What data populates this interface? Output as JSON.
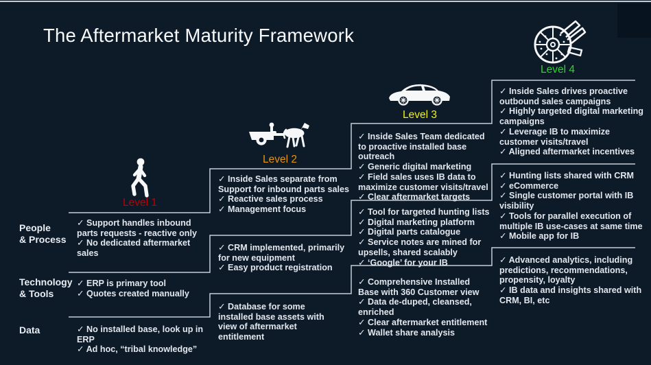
{
  "title": "The Aftermarket Maturity Framework",
  "colors": {
    "background": "#0d1a28",
    "step_line": "#c7d0d9",
    "body_text": "#e2e7ee",
    "level1": "#c00000",
    "level2": "#e8940c",
    "level3": "#f2f20a",
    "level4": "#2ed52e"
  },
  "rows": [
    {
      "label": "People\n& Process"
    },
    {
      "label": "Technology\n& Tools"
    },
    {
      "label": "Data"
    }
  ],
  "levels": [
    {
      "label": "Level 1",
      "color": "#c00000",
      "icon": "walking-person-icon",
      "people": [
        "✓ Support handles inbound parts requests - reactive only",
        "✓ No dedicated aftermarket sales"
      ],
      "technology": [
        "✓ ERP is primary tool",
        "✓ Quotes created manually"
      ],
      "data": [
        "✓ No installed base, look up in ERP",
        "✓ Ad hoc, “tribal knowledge”"
      ]
    },
    {
      "label": "Level 2",
      "color": "#e8940c",
      "icon": "horse-cart-icon",
      "people": [
        "✓ Inside Sales separate from Support for inbound parts sales",
        "✓ Reactive sales process",
        "✓ Management focus"
      ],
      "technology": [
        "✓ CRM implemented, primarily for new equipment",
        "✓ Easy product registration"
      ],
      "data": [
        "✓ Database for some installed base assets with view of aftermarket entitlement"
      ]
    },
    {
      "label": "Level 3",
      "color": "#f2f20a",
      "icon": "car-icon",
      "people": [
        "✓ Inside Sales Team dedicated to proactive installed base outreach",
        "✓ Generic digital marketing",
        "✓ Field sales uses IB data to maximize customer visits/travel",
        "✓ Clear aftermarket targets"
      ],
      "technology": [
        "✓ Tool for targeted hunting lists",
        "✓ Digital marketing platform",
        "✓ Digital parts catalogue",
        "✓ Service notes are mined for upsells,  shared scalably",
        "✓ ‘Google’ for your IB"
      ],
      "data": [
        "✓ Comprehensive Installed Base with 360 Customer view",
        "✓ Data de-duped, cleansed, enriched",
        "✓ Clear aftermarket entitlement",
        "✓ Wallet share analysis"
      ]
    },
    {
      "label": "Level 4",
      "color": "#2ed52e",
      "icon": "spaceship-icon",
      "people": [
        "✓ Inside Sales drives proactive outbound sales campaigns",
        "✓ Highly targeted digital marketing campaigns",
        "✓ Leverage IB to maximize customer visits/travel",
        "✓ Aligned aftermarket incentives"
      ],
      "technology": [
        "✓ Hunting lists shared with CRM",
        "✓ eCommerce",
        "✓ Single customer portal with IB visibility",
        "✓ Tools for parallel execution of multiple IB use-cases at same time",
        "✓ Mobile app for IB"
      ],
      "data": [
        "✓ Advanced analytics, including predictions, recommendations, propensity, loyalty",
        "✓ IB data and insights shared with CRM, BI, etc"
      ]
    }
  ]
}
